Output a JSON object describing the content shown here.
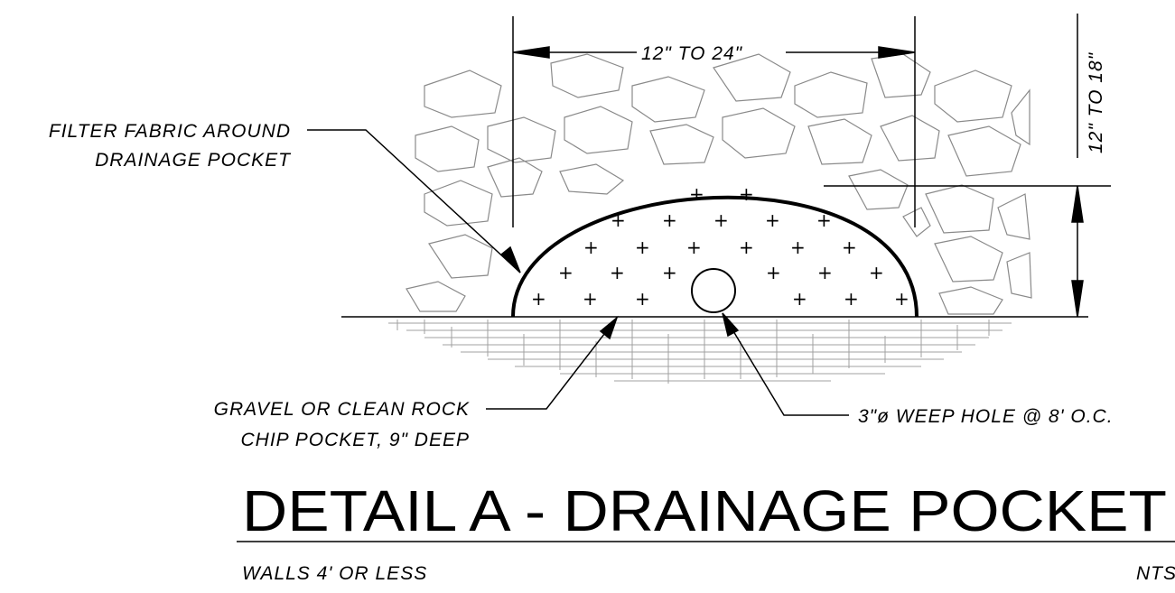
{
  "dimensions": {
    "width": "12\" TO 24\"",
    "height": "12\" TO 18\""
  },
  "labels": {
    "filter_fabric_line1": "FILTER FABRIC AROUND",
    "filter_fabric_line2": "DRAINAGE POCKET",
    "gravel_line1": "GRAVEL OR CLEAN ROCK",
    "gravel_line2": "CHIP POCKET, 9\" DEEP",
    "weep_hole": "3\"ø WEEP HOLE @ 8' O.C."
  },
  "title": "DETAIL  A - DRAINAGE POCKET",
  "subtitle_left": "WALLS 4' OR LESS",
  "subtitle_right": "NTS",
  "colors": {
    "line": "#000000",
    "rock": "#8a8a8a",
    "hatch": "#a0a0a0"
  }
}
